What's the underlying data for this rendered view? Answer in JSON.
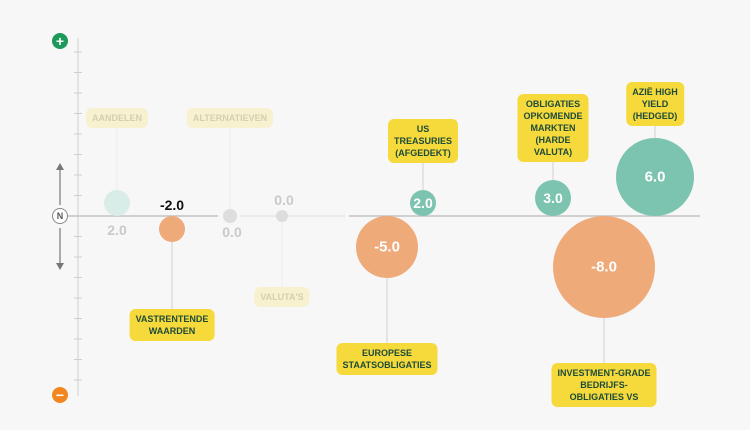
{
  "axis": {
    "plus_symbol": "+",
    "minus_symbol": "−",
    "neutral_symbol": "N"
  },
  "colors": {
    "positive": "#7dc4b0",
    "negative": "#efaa7a",
    "positive_faded": "#d9ede8",
    "neutral_faded": "#dddddd",
    "label_bg": "#f6d93b",
    "plus_icon": "#1d9a5b",
    "minus_icon": "#f2861f"
  },
  "chart_data": {
    "type": "scatter",
    "title": "",
    "xlabel": "",
    "ylabel": "",
    "ylim": [
      -10,
      10
    ],
    "grid": false,
    "points": [
      {
        "label": "AANDELEN",
        "value": 2.0,
        "value_text": "2.0",
        "faded": true,
        "label_side": "top"
      },
      {
        "label": "VASTRENTENDE\nWAARDEN",
        "value": -2.0,
        "value_text": "-2.0",
        "faded": false,
        "label_side": "bottom"
      },
      {
        "label": "ALTERNATIEVEN",
        "value": 0.0,
        "value_text": "0.0",
        "faded": true,
        "label_side": "top"
      },
      {
        "label": "VALUTA'S",
        "value": 0.0,
        "value_text": "0.0",
        "faded": true,
        "label_side": "bottom"
      },
      {
        "label": "EUROPESE\nSTAATSOBLIGATIES",
        "value": -5.0,
        "value_text": "-5.0",
        "faded": false,
        "label_side": "bottom"
      },
      {
        "label": "US\nTREASURIES\n(AFGEDEKT)",
        "value": 2.0,
        "value_text": "2.0",
        "faded": false,
        "label_side": "top"
      },
      {
        "label": "INVESTMENT-GRADE\nBEDRIJFS-\nOBLIGATIES VS",
        "value": -8.0,
        "value_text": "-8.0",
        "faded": false,
        "label_side": "bottom"
      },
      {
        "label": "OBLIGATIES\nOPKOMENDE\nMARKTEN\n(HARDE\nVALUTA)",
        "value": 3.0,
        "value_text": "3.0",
        "faded": false,
        "label_side": "top"
      },
      {
        "label": "AZIË HIGH\nYIELD\n(HEDGED)",
        "value": 6.0,
        "value_text": "6.0",
        "faded": false,
        "label_side": "top"
      }
    ]
  }
}
